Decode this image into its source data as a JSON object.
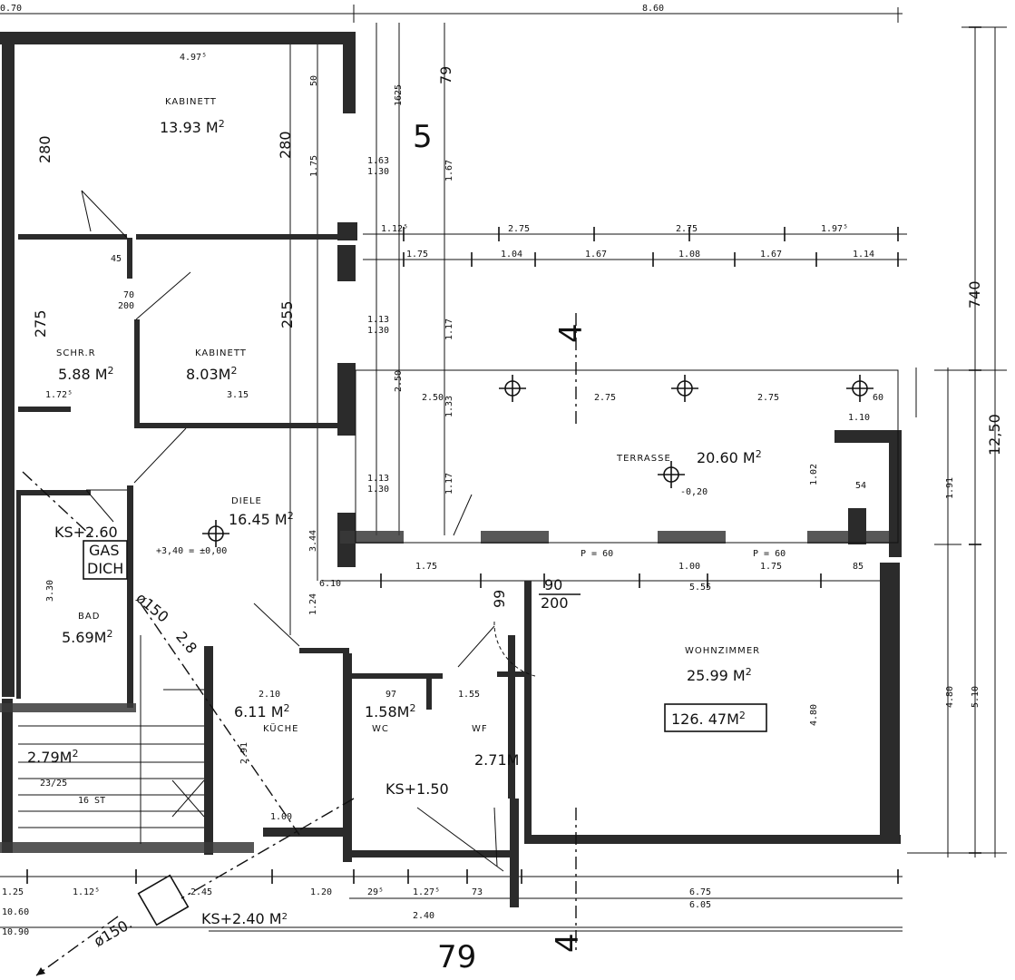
{
  "rooms": {
    "kabinett1": {
      "name": "KABINETT",
      "area": "13.93 M",
      "sup": "2"
    },
    "kabinett2": {
      "name": "KABINETT",
      "area": "8.03M",
      "sup": "2"
    },
    "schrank": {
      "name": "SCHR.R",
      "area": "5.88 M",
      "sup": "2"
    },
    "diele": {
      "name": "DIELE",
      "area": "16.45 M",
      "sup": "2"
    },
    "bad": {
      "name": "BAD",
      "area": "5.69M",
      "sup": "2"
    },
    "kueche": {
      "name": "KÜCHE",
      "area": "6.11 M",
      "sup": "2"
    },
    "wc": {
      "name": "WC",
      "area": "1.58M",
      "sup": "2"
    },
    "wf": {
      "name": "WF",
      "area": "2.71M",
      "sup": ""
    },
    "stair": {
      "name": "",
      "area": "2.79M",
      "sup": "2"
    },
    "terrasse": {
      "name": "TERRASSE",
      "area": "20.60 M",
      "sup": "2"
    },
    "wohnzimmer": {
      "name": "WOHNZIMMER",
      "area": "25.99 M",
      "sup": "2"
    }
  },
  "total_area": {
    "value": "126. 47M",
    "sup": "2"
  },
  "markers": {
    "five": "5",
    "four_top": "4",
    "four_bottom": "4",
    "seventy_nine": "79",
    "seventy_nine_top": "79",
    "gas": "GAS",
    "dicht": "DICH",
    "ks_260": "KS+2.60",
    "ks_240": "KS+2.40 M",
    "ks_240_sup": "2",
    "ks_150": "KS+1.50",
    "level_diele": "+3,40 = ±0,00",
    "level_terrasse": "-0,20",
    "pipe_150a": "ø150",
    "pipe_150b": "ø150.",
    "pipe_28": "2.8"
  },
  "dims": {
    "top_070": "0.70",
    "top_860": "8.60",
    "top_4975": "4.97⁵",
    "d_1625": "1625",
    "d_79": "79",
    "d_280a": "280",
    "d_280b": "280",
    "d_275": "275",
    "d_255": "255",
    "d_50": "50",
    "d_175": "1.75",
    "d_163": "1.63",
    "d_130": "1.30",
    "d_167": "1.67",
    "d_1125": "1.12⁵",
    "d_275a": "2.75",
    "d_275b": "2.75",
    "d_1975": "1.97⁵",
    "d_175b": "1.75",
    "d_104": "1.04",
    "d_167b": "1.67",
    "d_108": "1.08",
    "d_167c": "1.67",
    "d_114": "1.14",
    "d_113": "1.13",
    "d_130b": "1.30",
    "d_117": "1.17",
    "d_250": "2.50",
    "d_250b": "2.50",
    "d_275c": "2.75",
    "d_275d": "2.75",
    "d_60": "60",
    "d_110": "1.10",
    "d_133": "1.33",
    "d_117b": "1.17",
    "d_113b": "1.13",
    "d_130c": "1.30",
    "d_1725": "1.72⁵",
    "d_315": "3.15",
    "d_740": "740",
    "d_1250": "12,50",
    "d_191": "1.91",
    "d_480": "4.80",
    "d_510": "5.10",
    "d_480b": "4.80",
    "d_102": "1.02",
    "d_54": "54",
    "d_85": "85",
    "d_175c": "1.75",
    "d_100": "1.00",
    "d_175d": "1.75",
    "d_555": "5.55",
    "d_90": "90",
    "d_200": "200",
    "d_99": "99",
    "d_p60a": "P = 60",
    "d_p60b": "P = 60",
    "d_70": "70",
    "d_200b": "200",
    "d_45": "45",
    "d_330": "3.30",
    "d_344": "3.44",
    "d_124": "1.24",
    "d_675": "6.75",
    "d_605": "6.05",
    "d_1275": "1.27⁵",
    "d_295": "29⁵",
    "d_73": "73",
    "d_120": "1.20",
    "d_245": "2.45",
    "d_1125b": "1.12⁵",
    "d_125": "1.25",
    "d_240": "2.40",
    "d_1060": "10.60",
    "d_1090": "10.90",
    "d_610": "6.10",
    "d_155": "1.55",
    "d_210": "2.10",
    "d_97": "97",
    "d_291": "2.91",
    "d_100b": "1.00",
    "d_16st": "16 ST",
    "d_2325": "23/25"
  }
}
